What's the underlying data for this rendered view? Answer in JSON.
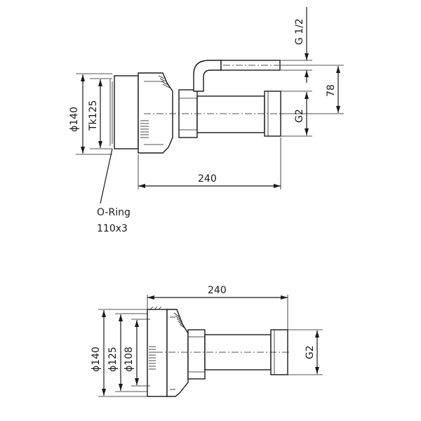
{
  "top_view": {
    "dim_diameter_140": "ϕ140",
    "dim_tk125": "Tk125",
    "dim_g_half": "G 1/2",
    "dim_78": "78",
    "dim_g2": "G2",
    "dim_240": "240",
    "oring_label": "O-Ring",
    "oring_size": "110x3"
  },
  "bottom_view": {
    "dim_240": "240",
    "dim_diameter_140": "ϕ140",
    "dim_diameter_125": "ϕ125",
    "dim_diameter_108": "ϕ108",
    "dim_g2": "G2"
  }
}
